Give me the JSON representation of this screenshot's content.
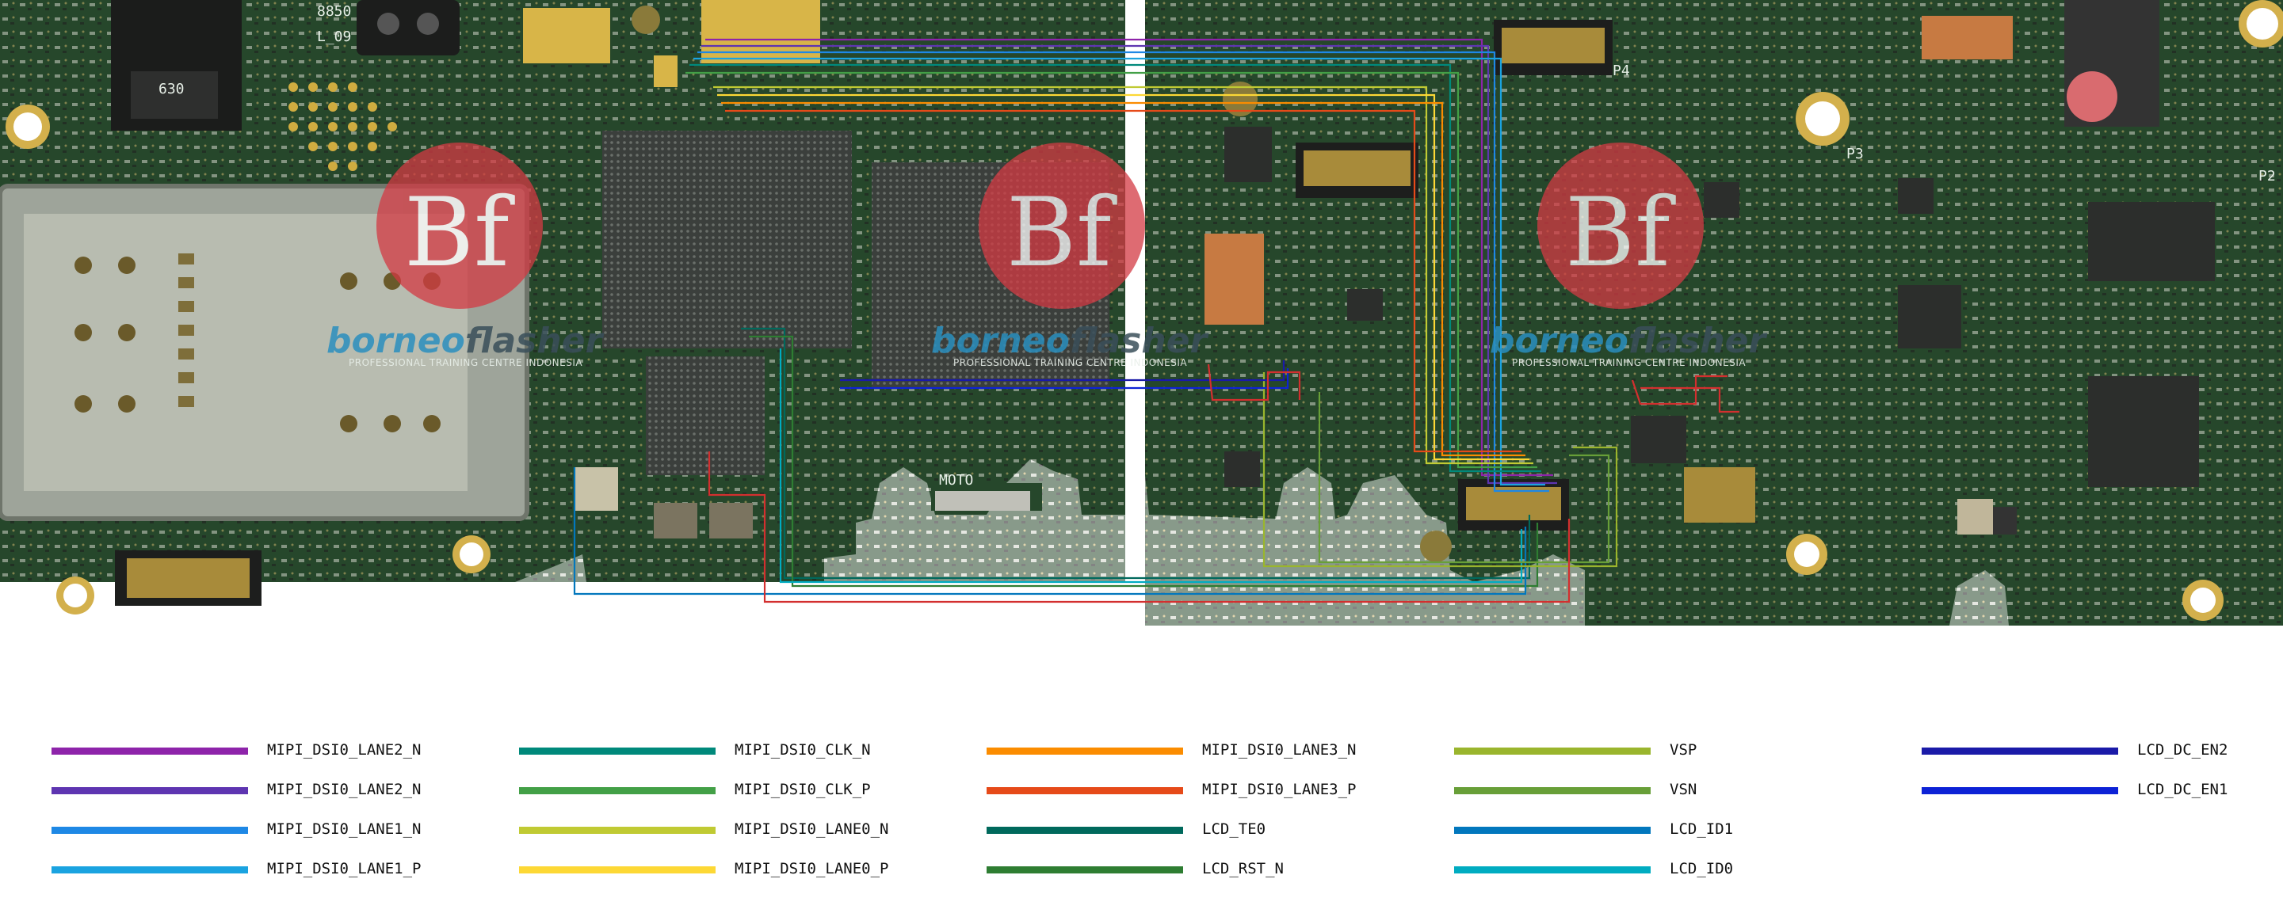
{
  "board": {
    "silkscreen": [
      "8850",
      "L_09",
      "630",
      "P4",
      "P3",
      "P2"
    ],
    "chip_marking": "MOTO"
  },
  "watermark": {
    "logo_initials": "Bf",
    "brand_prefix": "borneo",
    "brand_suffix": "flasher",
    "tagline": "PROFESSIONAL TRAINING CENTRE INDONESIA"
  },
  "legend": {
    "columns": [
      {
        "items": [
          {
            "label": "MIPI_DSI0_LANE2_N",
            "color": "#8e24aa"
          },
          {
            "label": "MIPI_DSI0_LANE2_N",
            "color": "#5e35b1"
          },
          {
            "label": "MIPI_DSI0_LANE1_N",
            "color": "#1e88e5"
          },
          {
            "label": "MIPI_DSI0_LANE1_P",
            "color": "#1aa3e0"
          }
        ]
      },
      {
        "items": [
          {
            "label": "MIPI_DSI0_CLK_N",
            "color": "#00897b"
          },
          {
            "label": "MIPI_DSI0_CLK_P",
            "color": "#43a047"
          },
          {
            "label": "MIPI_DSI0_LANE0_N",
            "color": "#c0ca33"
          },
          {
            "label": "MIPI_DSI0_LANE0_P",
            "color": "#fdd835"
          }
        ]
      },
      {
        "items": [
          {
            "label": "MIPI_DSI0_LANE3_N",
            "color": "#fb8c00"
          },
          {
            "label": "MIPI_DSI0_LANE3_P",
            "color": "#e64a19"
          },
          {
            "label": "LCD_TE0",
            "color": "#00695c"
          },
          {
            "label": "LCD_RST_N",
            "color": "#2e7d32"
          }
        ]
      },
      {
        "items": [
          {
            "label": "VSP",
            "color": "#9ab52d"
          },
          {
            "label": "VSN",
            "color": "#689f38"
          },
          {
            "label": "LCD_ID1",
            "color": "#0277bd"
          },
          {
            "label": "LCD_ID0",
            "color": "#00acc1"
          }
        ]
      },
      {
        "items": [
          {
            "label": "LCD_DC_EN2",
            "color": "#1a1aa8"
          },
          {
            "label": "LCD_DC_EN1",
            "color": "#0d22d6"
          }
        ]
      }
    ]
  }
}
